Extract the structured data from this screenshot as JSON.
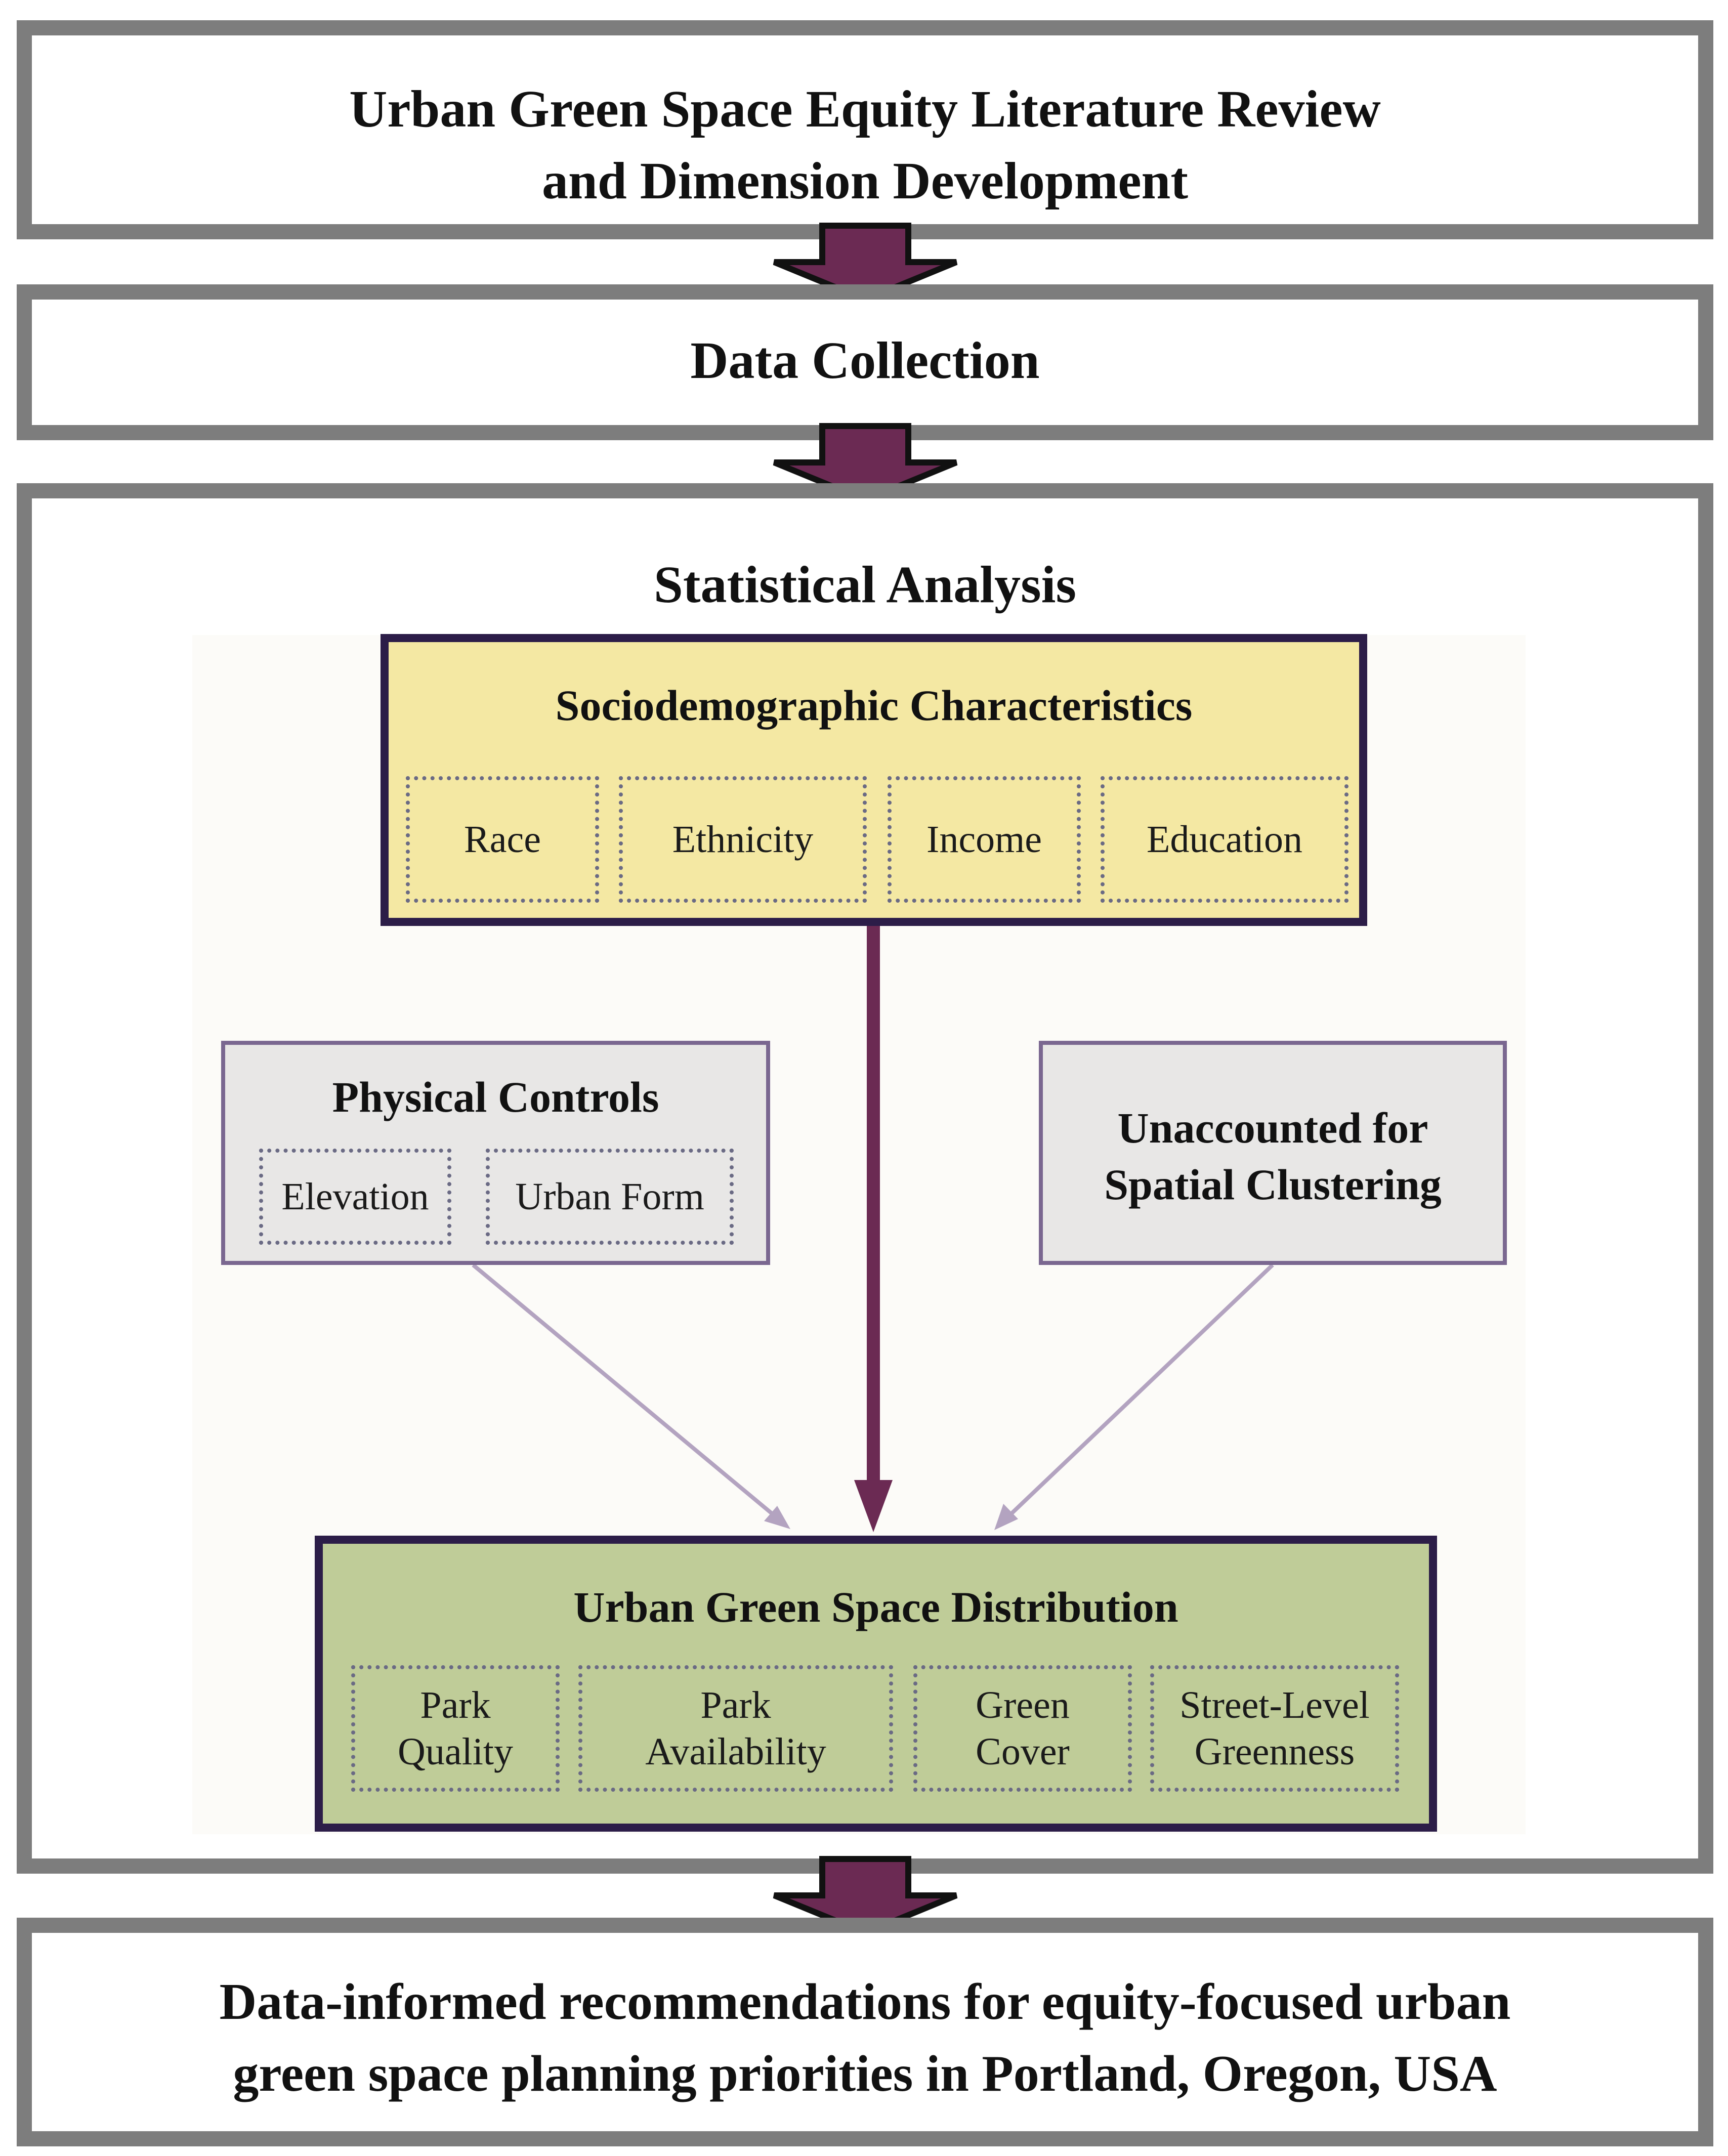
{
  "stages": {
    "review": {
      "line1": "Urban Green Space Equity Literature Review",
      "line2": "and Dimension Development"
    },
    "data_collection": "Data Collection",
    "statistical_analysis": "Statistical Analysis",
    "recommendations": {
      "line1": "Data-informed recommendations for equity-focused urban",
      "line2": "green space planning priorities in Portland, Oregon, USA"
    }
  },
  "diagram": {
    "sociodemographic": {
      "title": "Sociodemographic Characteristics",
      "items": [
        "Race",
        "Ethnicity",
        "Income",
        "Education"
      ]
    },
    "physical_controls": {
      "title": "Physical Controls",
      "items": [
        "Elevation",
        "Urban Form"
      ]
    },
    "unaccounted": {
      "line1": "Unaccounted for",
      "line2": "Spatial Clustering"
    },
    "green_space": {
      "title": "Urban Green Space Distribution",
      "items": [
        {
          "line1": "Park",
          "line2": "Quality"
        },
        {
          "line1": "Park",
          "line2": "Availability"
        },
        {
          "line1": "Green",
          "line2": "Cover"
        },
        {
          "line1": "Street-Level",
          "line2": "Greenness"
        }
      ]
    }
  },
  "colors": {
    "stage_border": "#7d7d7d",
    "flow_arrow": "#6b2a53",
    "sociodemographic_fill": "#f4e8a3",
    "green_space_fill": "#bfcc98",
    "control_fill": "#e8e7e6",
    "main_arrow": "#6b2a53",
    "side_arrow": "#b3a3c0"
  }
}
